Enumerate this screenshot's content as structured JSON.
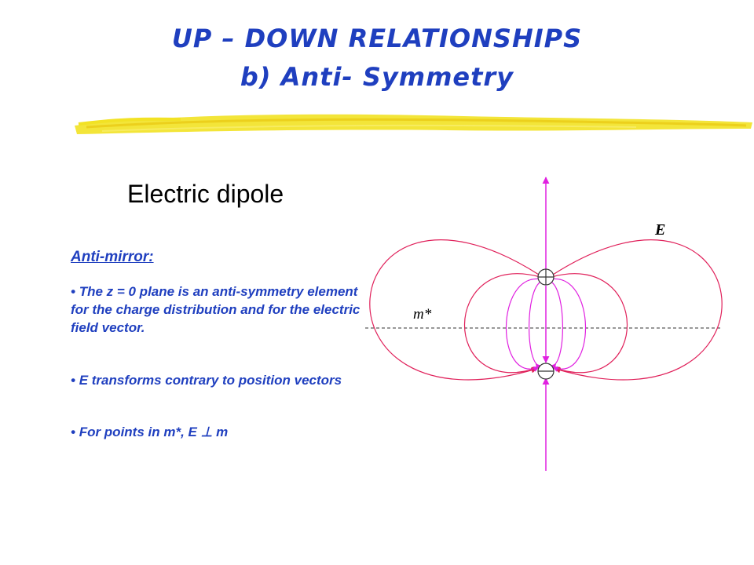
{
  "title_line1": "UP – DOWN  RELATIONSHIPS",
  "title_line2": "b) Anti- Symmetry",
  "subtitle": "Electric dipole",
  "section_heading": "Anti-mirror:",
  "bullets": [
    "The z = 0 plane is an anti-symmetry element for the charge distribution and for the electric field vector.",
    "E transforms contrary to position vectors",
    "For points in m*, E ⊥ m"
  ],
  "diagram": {
    "field_label": "E",
    "mirror_label": "m*",
    "colors": {
      "outer_field": "#e0205a",
      "inner_field": "#e020e0",
      "title": "#1f3fbf",
      "stroke": "#f2e224"
    }
  }
}
